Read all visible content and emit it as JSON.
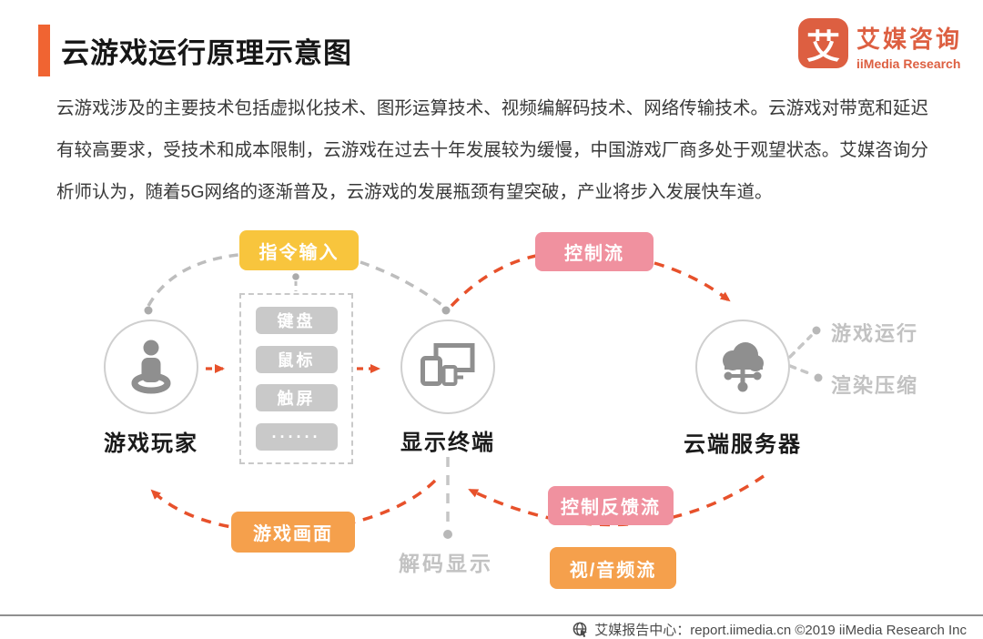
{
  "colors": {
    "accent_orange": "#F06432",
    "logo_red": "#DD5F41",
    "badge_yellow": "#F8C53D",
    "badge_pink": "#F0919F",
    "badge_orange": "#F5A04C",
    "flow_arrow_orange": "#E7512B",
    "neutral_gray": "#C9C9C9"
  },
  "header": {
    "title": "云游戏运行原理示意图",
    "logo": {
      "icon_glyph": "艾",
      "name_cn": "艾媒咨询",
      "name_en": "iiMedia Research"
    }
  },
  "intro": "云游戏涉及的主要技术包括虚拟化技术、图形运算技术、视频编解码技术、网络传输技术。云游戏对带宽和延迟有较高要求，受技术和成本限制，云游戏在过去十年发展较为缓慢，中国游戏厂商多处于观望状态。艾媒咨询分析师认为，随着5G网络的逐渐普及，云游戏的发展瓶颈有望突破，产业将步入发展快车道。",
  "diagram": {
    "badges": {
      "input": "指令输入",
      "control_flow": "控制流",
      "game_frame": "游戏画面",
      "control_feedback": "控制反馈流",
      "av_stream": "视/音频流"
    },
    "nodes": {
      "player": "游戏玩家",
      "terminal": "显示终端",
      "server": "云端服务器"
    },
    "input_devices": [
      "键盘",
      "鼠标",
      "触屏",
      "······"
    ],
    "annotations": {
      "game_run": "游戏运行",
      "render_compress": "渲染压缩",
      "decode_display": "解码显示"
    }
  },
  "footer": {
    "source": "艾媒报告中心：report.iimedia.cn ©2019 iiMedia Research Inc"
  }
}
